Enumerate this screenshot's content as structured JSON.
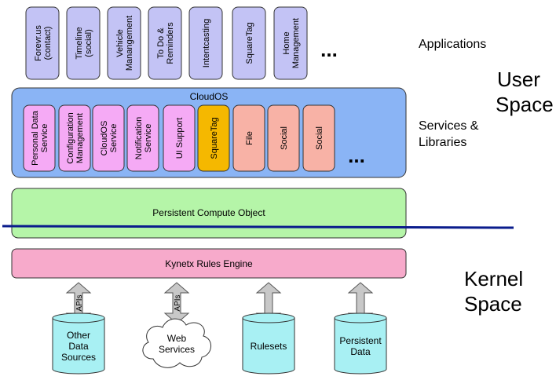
{
  "applications": {
    "items": [
      [
        "Forevr.us",
        "(contact)"
      ],
      [
        "Timeline",
        "(social)"
      ],
      [
        "Vehicle",
        "Manangement"
      ],
      [
        "To Do &",
        "Reminders"
      ],
      [
        "Intentcasting"
      ],
      [
        "SquareTag"
      ],
      [
        "Home",
        "Management"
      ]
    ],
    "more": "...",
    "label": "Applications"
  },
  "user_space_label": [
    "User",
    "Space"
  ],
  "cloudos": {
    "title": "CloudOS",
    "services": [
      {
        "lines": [
          "Personal Data",
          "Service"
        ],
        "fill": "#f5aaf5"
      },
      {
        "lines": [
          "Configuration",
          "Management"
        ],
        "fill": "#f5aaf5"
      },
      {
        "lines": [
          "CloudOS",
          "Service"
        ],
        "fill": "#f5aaf5"
      },
      {
        "lines": [
          "Notification",
          "Service"
        ],
        "fill": "#f5aaf5"
      },
      {
        "lines": [
          "UI Support"
        ],
        "fill": "#f5aaf5"
      },
      {
        "lines": [
          "SquareTag"
        ],
        "fill": "#f5b800"
      },
      {
        "lines": [
          "File"
        ],
        "fill": "#f8b2a6"
      },
      {
        "lines": [
          "Social"
        ],
        "fill": "#f8b2a6"
      },
      {
        "lines": [
          "Social"
        ],
        "fill": "#f8b2a6"
      }
    ],
    "more": "...",
    "label": [
      "Services &",
      "Libraries"
    ]
  },
  "pco_label": "Persistent Compute Object",
  "kre_label": "Kynetx Rules Engine",
  "kernel_space_label": [
    "Kernel",
    "Space"
  ],
  "sources": [
    {
      "shape": "cylinder",
      "lines": [
        "Other",
        "Data",
        "Sources"
      ],
      "arrow_label": "APIs"
    },
    {
      "shape": "cloud",
      "lines": [
        "Web",
        "Services"
      ],
      "arrow_label": "APIs"
    },
    {
      "shape": "cylinder",
      "lines": [
        "Rulesets"
      ],
      "arrow_label": ""
    },
    {
      "shape": "cylinder",
      "lines": [
        "Persistent",
        "Data"
      ],
      "arrow_label": ""
    }
  ],
  "colors": {
    "app_box": "#c3c3f5",
    "cloudos_bg": "#8ab4f5",
    "pco": "#b5f5a8",
    "kre": "#f7aacb",
    "cylinder": "#a8f0f3",
    "arrow": "#c8c8c8",
    "divider": "#0a1c8c"
  }
}
